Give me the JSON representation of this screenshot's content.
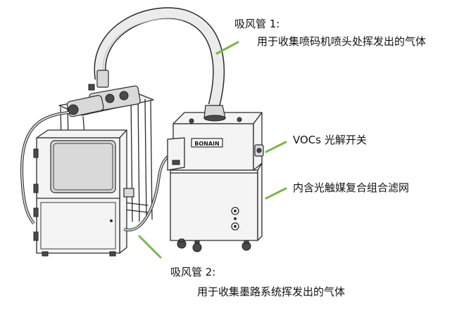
{
  "colors": {
    "leader_line": "#7ab648",
    "outline": "#2b2b2b",
    "text": "#111111"
  },
  "unit_label": "BONAIN",
  "callouts": {
    "intake_pipe_1": {
      "title": "吸风管 1:",
      "desc": "用于收集喷码机喷头处挥发出的气体"
    },
    "voc_switch": {
      "label": "VOCs 光解开关"
    },
    "filter": {
      "label": "内含光触媒复合组合滤网"
    },
    "intake_pipe_2": {
      "title": "吸风管 2:",
      "desc": "用于收集墨路系统挥发出的气体"
    }
  }
}
